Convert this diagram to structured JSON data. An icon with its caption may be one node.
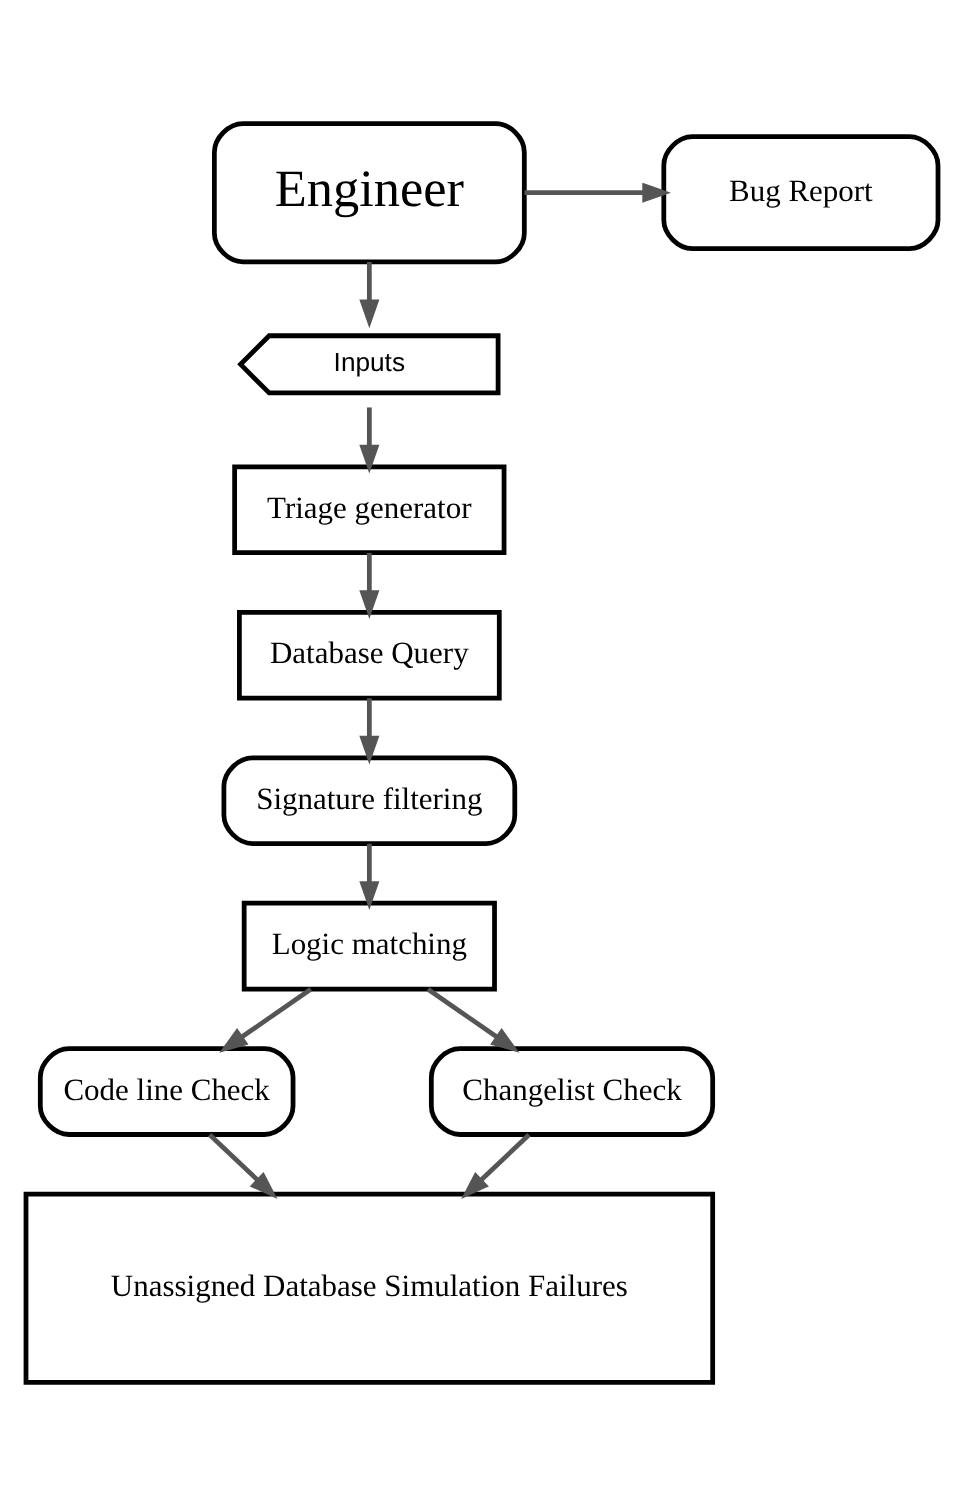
{
  "diagram": {
    "nodes": [
      {
        "text": [
          "Engineer"
        ]
      },
      {
        "text": [
          "Bug Report"
        ]
      },
      {
        "text": [
          "Inputs"
        ]
      },
      {
        "text": [
          "Triage generator"
        ]
      },
      {
        "text": [
          "Database Query"
        ]
      },
      {
        "text": [
          "Signature filtering"
        ]
      },
      {
        "text": [
          "Logic matching"
        ]
      },
      {
        "text": [
          "Code line Check"
        ]
      },
      {
        "text": [
          "Changelist Check"
        ]
      },
      {
        "text": [
          "Unassigned Database Simulation Failures"
        ]
      }
    ],
    "edges": [
      {
        "from": 0,
        "to": 1,
        "arrow": "to"
      },
      {
        "from": 0,
        "to": 2,
        "arrow": "to"
      },
      {
        "from": 2,
        "to": 3,
        "arrow": "to"
      },
      {
        "from": 3,
        "to": 4,
        "arrow": "to"
      },
      {
        "from": 4,
        "to": 5,
        "arrow": "to"
      },
      {
        "from": 5,
        "to": 6,
        "arrow": "to"
      },
      {
        "from": 6,
        "to": 7,
        "arrow": "to"
      },
      {
        "from": 6,
        "to": 8,
        "arrow": "to"
      },
      {
        "from": 7,
        "to": 9,
        "arrow": "to"
      },
      {
        "from": 8,
        "to": 9,
        "arrow": "to"
      }
    ]
  }
}
